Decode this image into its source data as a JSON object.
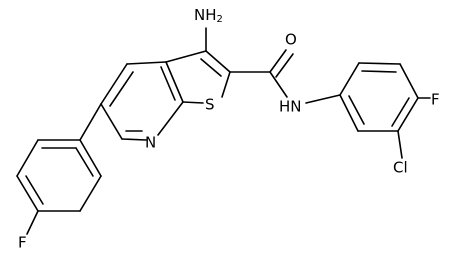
{
  "molecule": {
    "atom_labels": {
      "amino": "NH",
      "amino_sub": "2",
      "carbonyl_oxygen": "O",
      "amide_nh": "HN",
      "thiophene_sulfur": "S",
      "pyridine_nitrogen": "N",
      "chloro": "Cl",
      "fluoro_right": "F",
      "fluoro_bottom": "F"
    }
  }
}
